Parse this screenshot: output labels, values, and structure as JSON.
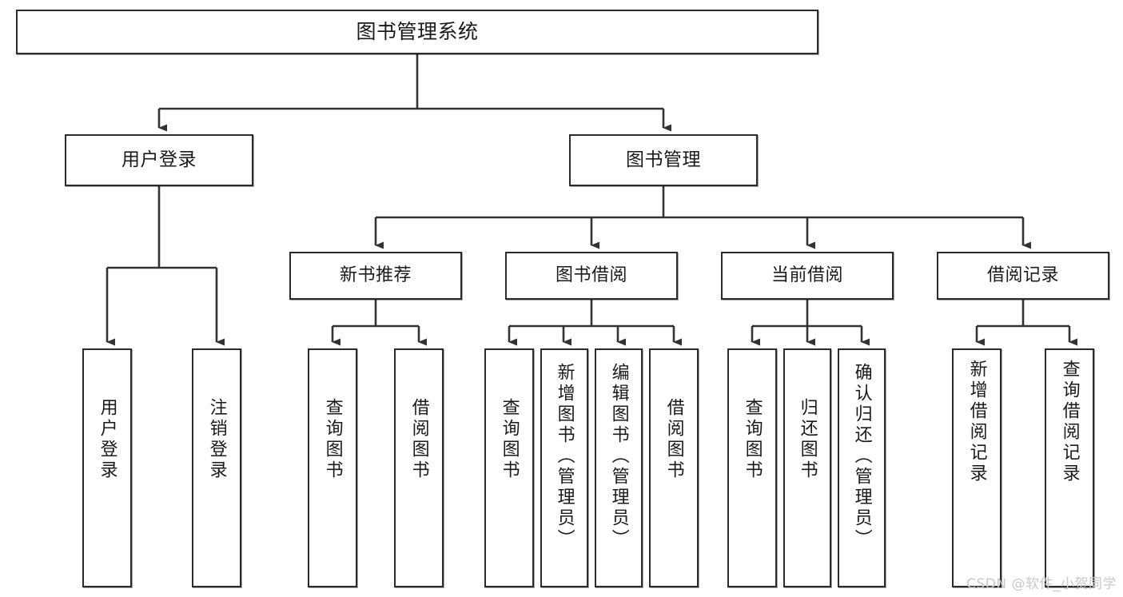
{
  "diagram": {
    "title": "图书管理系统",
    "type": "hierarchy-tree",
    "watermark": "CSDN @软件_小贺同学",
    "colors": {
      "border": "#2b2b2b",
      "background": "#ffffff",
      "text": "#1a1a1a",
      "edge": "#333333",
      "watermark": "#c9c9c9"
    }
  },
  "nodes": {
    "root": {
      "label": "图书管理系统"
    },
    "level1": [
      {
        "id": "user-login",
        "label": "用户登录"
      },
      {
        "id": "book-manage",
        "label": "图书管理"
      }
    ],
    "level2": [
      {
        "id": "new-book-recommend",
        "label": "新书推荐"
      },
      {
        "id": "book-borrow",
        "label": "图书借阅"
      },
      {
        "id": "current-borrow",
        "label": "当前借阅"
      },
      {
        "id": "borrow-record",
        "label": "借阅记录"
      }
    ],
    "leaves": {
      "user_login": [
        {
          "id": "leaf-user-login",
          "label": "用户登录"
        },
        {
          "id": "leaf-logout-login",
          "label": "注销登录"
        }
      ],
      "new_book_recommend": [
        {
          "id": "leaf-query-book-1",
          "label": "查询图书"
        },
        {
          "id": "leaf-borrow-book-1",
          "label": "借阅图书"
        }
      ],
      "book_borrow": [
        {
          "id": "leaf-query-book-2",
          "label": "查询图书"
        },
        {
          "id": "leaf-add-book",
          "label": "新增图书（管理员）"
        },
        {
          "id": "leaf-edit-book",
          "label": "编辑图书（管理员）"
        },
        {
          "id": "leaf-borrow-book-2",
          "label": "借阅图书"
        }
      ],
      "current_borrow": [
        {
          "id": "leaf-query-book-3",
          "label": "查询图书"
        },
        {
          "id": "leaf-return-book",
          "label": "归还图书"
        },
        {
          "id": "leaf-confirm-return",
          "label": "确认归还（管理员）"
        }
      ],
      "borrow_record": [
        {
          "id": "leaf-add-record",
          "label": "新增借阅记录"
        },
        {
          "id": "leaf-query-record",
          "label": "查询借阅记录"
        }
      ]
    }
  }
}
